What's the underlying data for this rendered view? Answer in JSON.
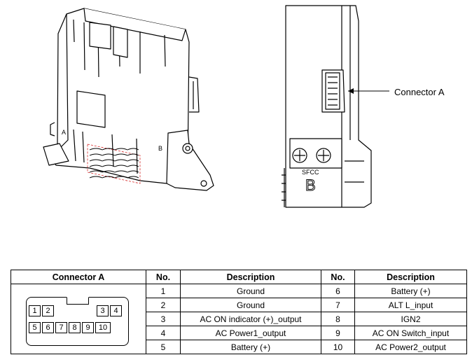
{
  "callout": {
    "label": "Connector A"
  },
  "table": {
    "headers": [
      "Connector A",
      "No.",
      "Description",
      "No.",
      "Description"
    ],
    "rows": [
      {
        "no_left": "1",
        "desc_left": "Ground",
        "no_right": "6",
        "desc_right": "Battery (+)"
      },
      {
        "no_left": "2",
        "desc_left": "Ground",
        "no_right": "7",
        "desc_right": "ALT L_input"
      },
      {
        "no_left": "3",
        "desc_left": "AC ON indicator (+)_output",
        "no_right": "8",
        "desc_right": "IGN2"
      },
      {
        "no_left": "4",
        "desc_left": "AC Power1_output",
        "no_right": "9",
        "desc_right": "AC ON Switch_input"
      },
      {
        "no_left": "5",
        "desc_left": "Battery (+)",
        "no_right": "10",
        "desc_right": "AC Power2_output"
      }
    ]
  },
  "connector": {
    "top_row": [
      "1",
      "2",
      "3",
      "4"
    ],
    "bottom_row": [
      "5",
      "6",
      "7",
      "8",
      "9",
      "10"
    ]
  },
  "drawing_marks": {
    "left_a": "A",
    "left_b": "B",
    "side_b": "B",
    "stamp": "SFCC"
  }
}
